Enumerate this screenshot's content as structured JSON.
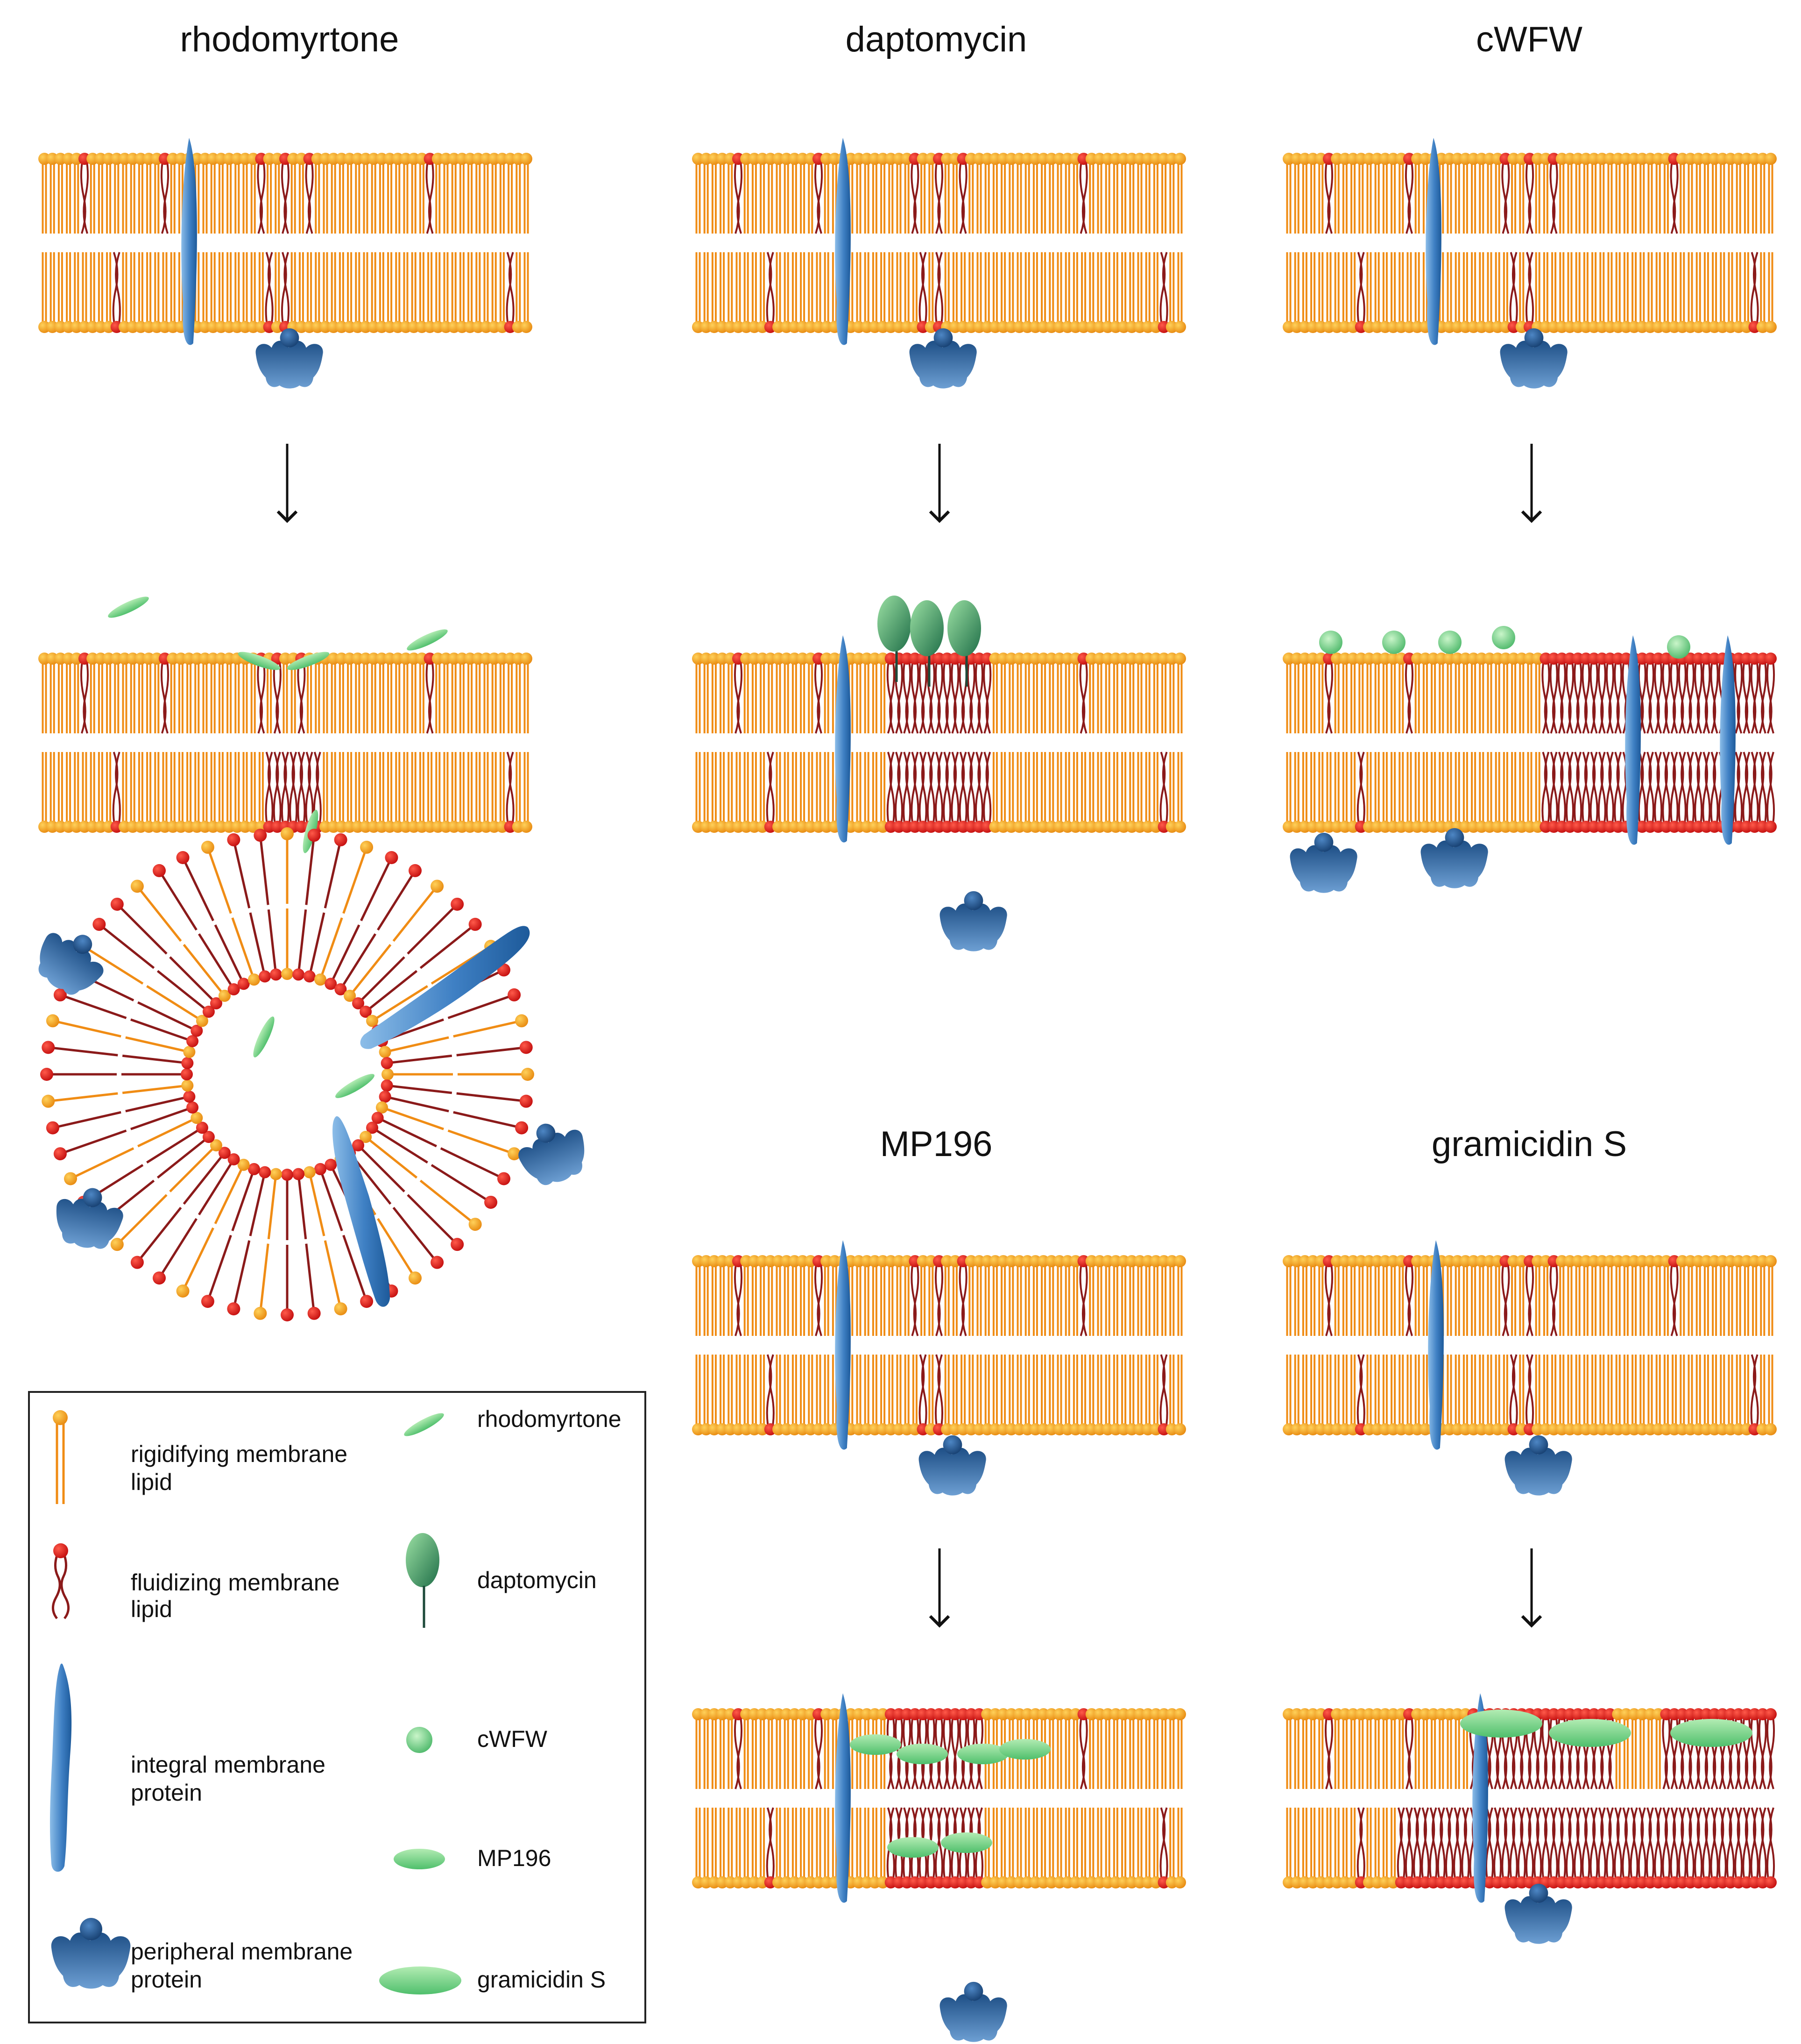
{
  "colors": {
    "rigid": "#f08c14",
    "rigid_head": "#f7a21d",
    "fluid": "#8b1a1a",
    "fluid_head": "#d81818",
    "protein_light": "#6ea6d9",
    "protein_dark": "#1d5a9a",
    "drug_light": "#8ad98a",
    "drug_dark": "#2e8a54",
    "arrow": "#111111"
  },
  "icons": {
    "rigid_lipid": "rigid-lipid-icon",
    "fluid_lipid": "fluid-lipid-icon",
    "integral_protein": "integral-protein-icon",
    "peripheral_protein": "peripheral-protein-icon",
    "rhodomyrtone": "rhodomyrtone-icon",
    "daptomycin": "daptomycin-icon",
    "cwfw": "cwfw-icon",
    "mp196": "mp196-icon",
    "gramicidin_s": "gramicidin-s-icon"
  },
  "titles": {
    "rhodomyrtone": "rhodomyrtone",
    "daptomycin": "daptomycin",
    "cwfw": "cWFW",
    "mp196": "MP196",
    "gramicidin_s": "gramicidin S"
  },
  "legend": {
    "rigid": [
      "rigidifying membrane",
      "lipid"
    ],
    "fluid": [
      "fluidizing membrane",
      "lipid"
    ],
    "integral": [
      "integral membrane",
      "protein"
    ],
    "peripheral": [
      "peripheral membrane",
      "protein"
    ],
    "rhodomyrtone": "rhodomyrtone",
    "daptomycin": "daptomycin",
    "cwfw": "cWFW",
    "mp196": "MP196",
    "gramicidin_s": "gramicidin S"
  }
}
